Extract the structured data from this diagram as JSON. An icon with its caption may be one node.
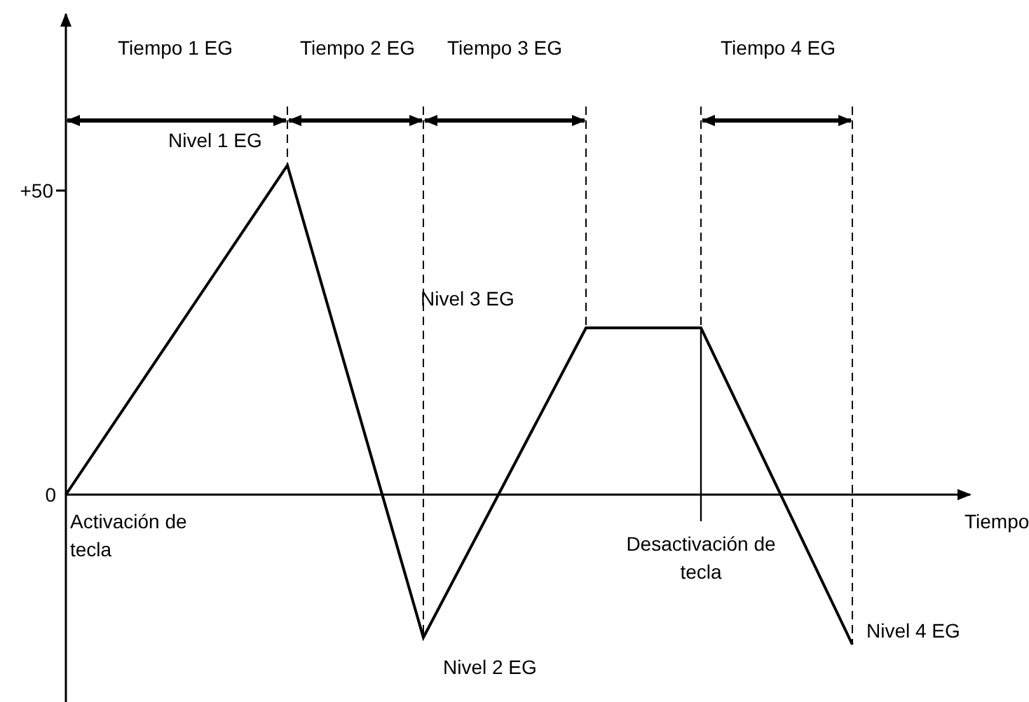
{
  "diagram": {
    "labels": [
      "Tiempo 1 EG",
      "Tiempo 2 EG",
      "Tiempo 3 EG",
      "Tiempo 4 EG",
      "+50",
      "Nivel 1 EG",
      "Nivel 3 EG",
      "0",
      "Activación de tecla",
      "Tiempo",
      "Desactivación de tecla",
      "Nivel 4 EG",
      "Nivel 2 EG"
    ]
  }
}
